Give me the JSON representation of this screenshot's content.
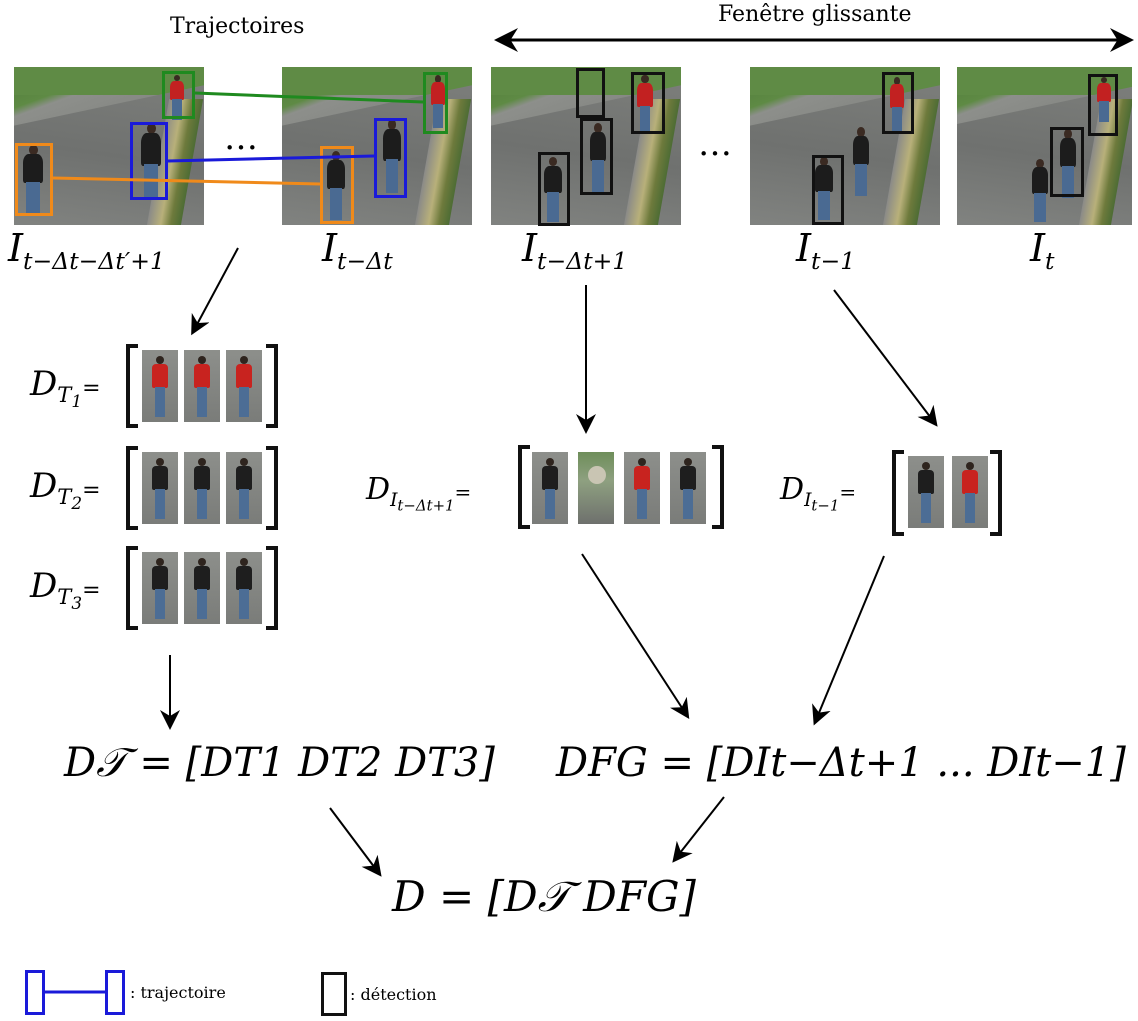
{
  "titles": {
    "trajectoires": "Trajectoires",
    "fenetre": "Fenêtre glissante"
  },
  "ellipsis": "…",
  "frame_labels": {
    "f1": {
      "base": "I",
      "sub": "t−Δt−Δt′+1"
    },
    "f2": {
      "base": "I",
      "sub": "t−Δt"
    },
    "f3": {
      "base": "I",
      "sub": "t−Δt+1"
    },
    "f4": {
      "base": "I",
      "sub": "t−1"
    },
    "f5": {
      "base": "I",
      "sub": "t"
    }
  },
  "dictionaries": {
    "dt1": {
      "base": "D",
      "sub": "T",
      "subsub": "1",
      "eq": "="
    },
    "dt2": {
      "base": "D",
      "sub": "T",
      "subsub": "2",
      "eq": "="
    },
    "dt3": {
      "base": "D",
      "sub": "T",
      "subsub": "3",
      "eq": "="
    },
    "di1": {
      "base": "D",
      "sub": "I",
      "subsub": "t−Δt+1",
      "eq": "="
    },
    "di2": {
      "base": "D",
      "sub": "I",
      "subsub": "t−1",
      "eq": "="
    }
  },
  "equations": {
    "d_traj": "D𝒯 = [DT1 DT2 DT3]",
    "d_fg": "DFG = [DIt−Δt+1 ... DIt−1]",
    "d_final": "D = [D𝒯 DFG]"
  },
  "legend": {
    "trajectoire": ": trajectoire",
    "detection": ": détection"
  },
  "colors": {
    "green": "#1f8a1f",
    "blue": "#1a1ad9",
    "orange": "#f08a1a",
    "black": "#111111"
  }
}
